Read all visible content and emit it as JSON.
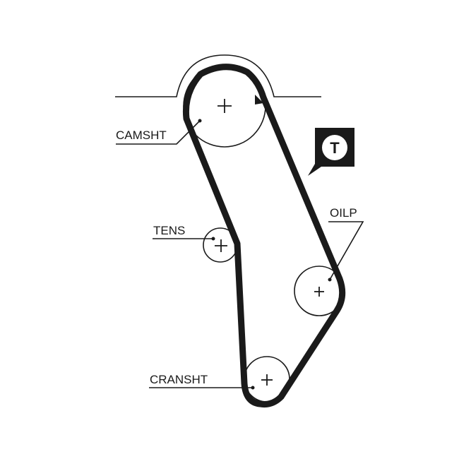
{
  "labels": {
    "camshaft": "CAMSHT",
    "tensioner": "TENS",
    "oil_pump": "OILP",
    "crankshaft": "CRANSHT"
  },
  "tension_badge": {
    "letter": "T"
  },
  "colors": {
    "line": "#1a1a1a",
    "badge_bg": "#1a1a1a",
    "badge_fg": "#ffffff",
    "background": "#ffffff"
  }
}
